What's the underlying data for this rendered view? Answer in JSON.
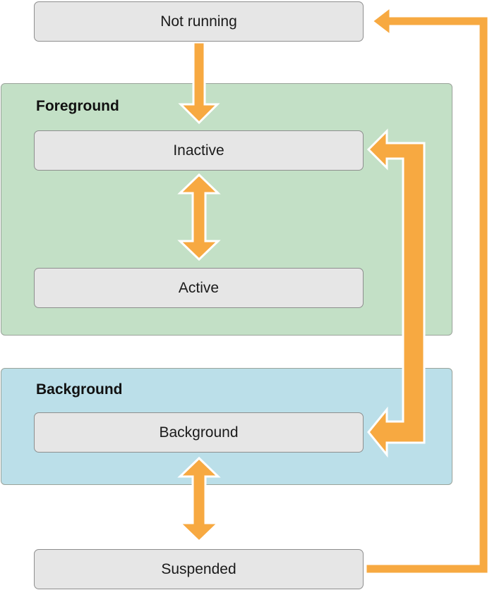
{
  "colors": {
    "foreground_region": "#c3e0c6",
    "background_region": "#bbdfe9",
    "state_fill": "#e6e6e6",
    "arrow": "#f7a941",
    "arrow_outline": "#ffffff"
  },
  "regions": {
    "foreground": {
      "title": "Foreground"
    },
    "background": {
      "title": "Background"
    }
  },
  "states": {
    "not_running": "Not running",
    "inactive": "Inactive",
    "active": "Active",
    "background": "Background",
    "suspended": "Suspended"
  },
  "transitions": [
    {
      "from": "Not running",
      "to": "Inactive",
      "direction": "one-way"
    },
    {
      "from": "Inactive",
      "to": "Active",
      "direction": "two-way"
    },
    {
      "from": "Background",
      "to": "Suspended",
      "direction": "two-way"
    },
    {
      "from": "Inactive",
      "to": "Background",
      "direction": "two-way"
    },
    {
      "from": "Suspended",
      "to": "Not running",
      "direction": "one-way"
    }
  ]
}
